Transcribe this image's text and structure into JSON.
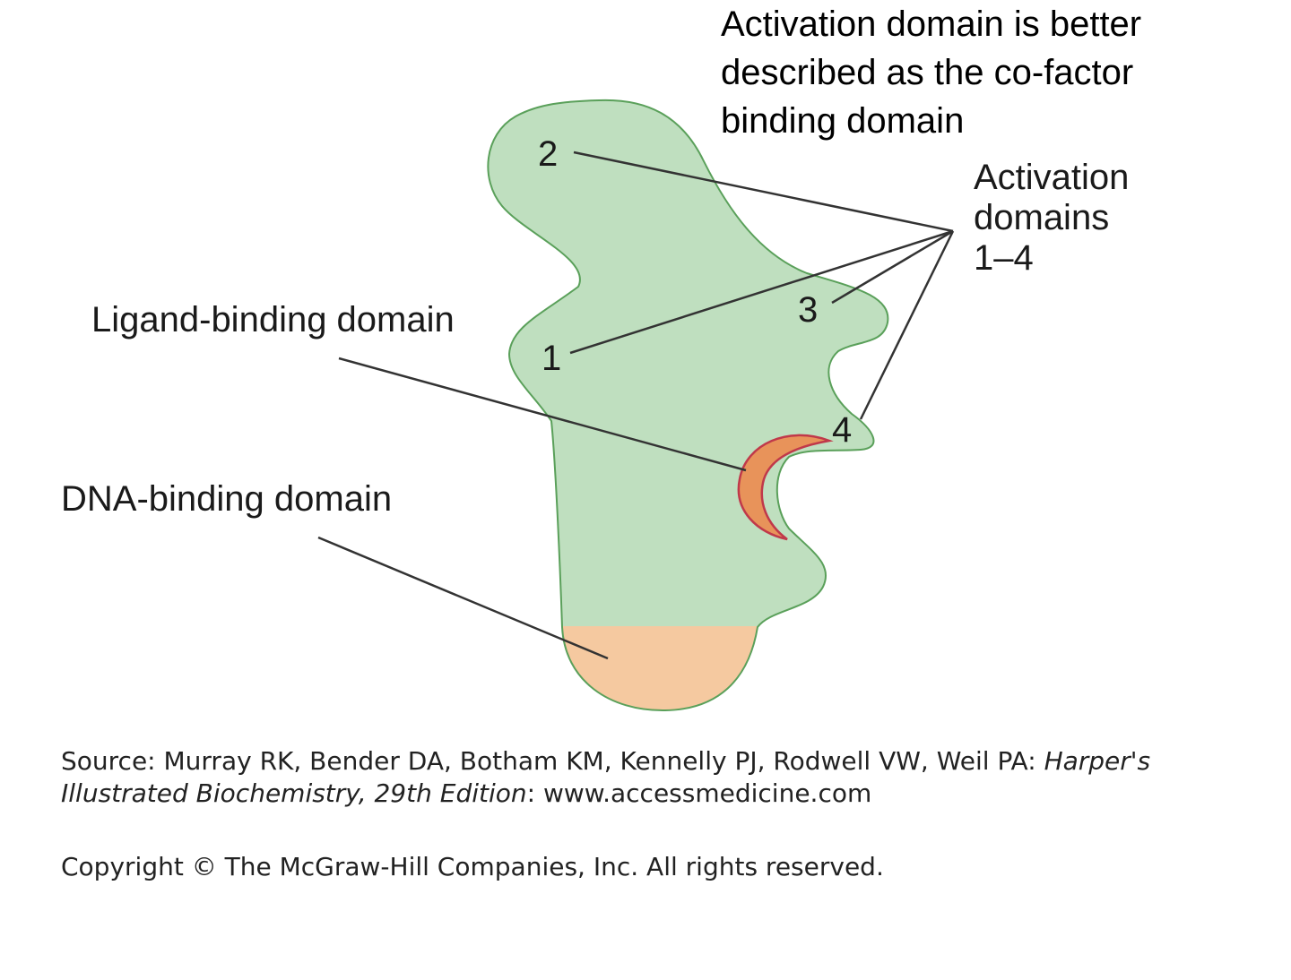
{
  "callout": {
    "line1": "Activation domain is better",
    "line2": "described as the co-factor",
    "line3": "binding domain"
  },
  "labels": {
    "activation_line1": "Activation",
    "activation_line2": "domains",
    "activation_line3": "1–4",
    "ligand": "Ligand-binding domain",
    "dna": "DNA-binding domain"
  },
  "domain_numbers": {
    "n1": "1",
    "n2": "2",
    "n3": "3",
    "n4": "4"
  },
  "source": {
    "prefix": "Source: Murray RK, Bender DA, Botham KM, Kennelly PJ, Rodwell VW, Weil PA: ",
    "book_part1": "Harper's",
    "book_part2": "Illustrated Biochemistry, 29th Edition",
    "suffix": ": www.accessmedicine.com"
  },
  "copyright": "Copyright © The McGraw-Hill Companies, Inc. All rights reserved.",
  "colors": {
    "protein_fill": "#bfdfbf",
    "protein_stroke": "#5aa05a",
    "dna_domain_fill": "#f5c9a0",
    "ligand_pocket_fill": "#e8935a",
    "ligand_pocket_stroke": "#c0394a",
    "leader_line": "#333333"
  }
}
